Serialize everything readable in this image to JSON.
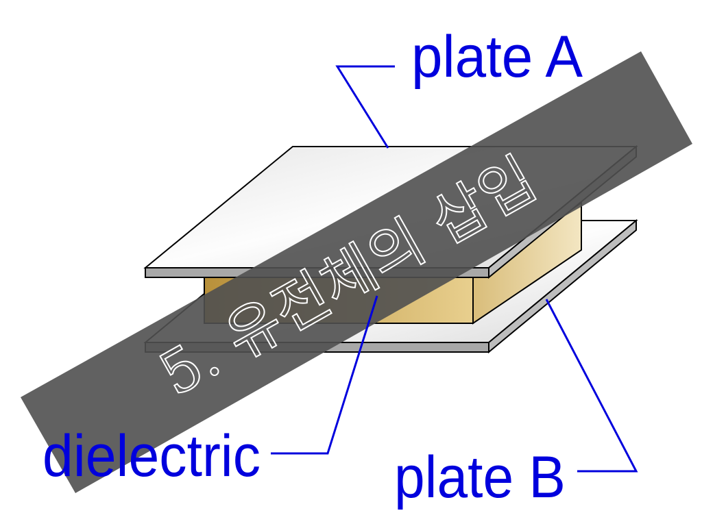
{
  "labels": {
    "plate_a": "plate A",
    "plate_b": "plate B",
    "dielectric": "dielectric"
  },
  "banner": {
    "text": "5. 유전체의 삽입"
  },
  "colors": {
    "label": "#0000dd",
    "leader_line": "#0000dd",
    "banner_bg": "#505050",
    "banner_text": "#ffffff",
    "plate_face": "#f2f2f2",
    "plate_edge": "#a8a8a8",
    "dielectric_front": "#c9a24e",
    "dielectric_side": "#e6d2a0"
  }
}
